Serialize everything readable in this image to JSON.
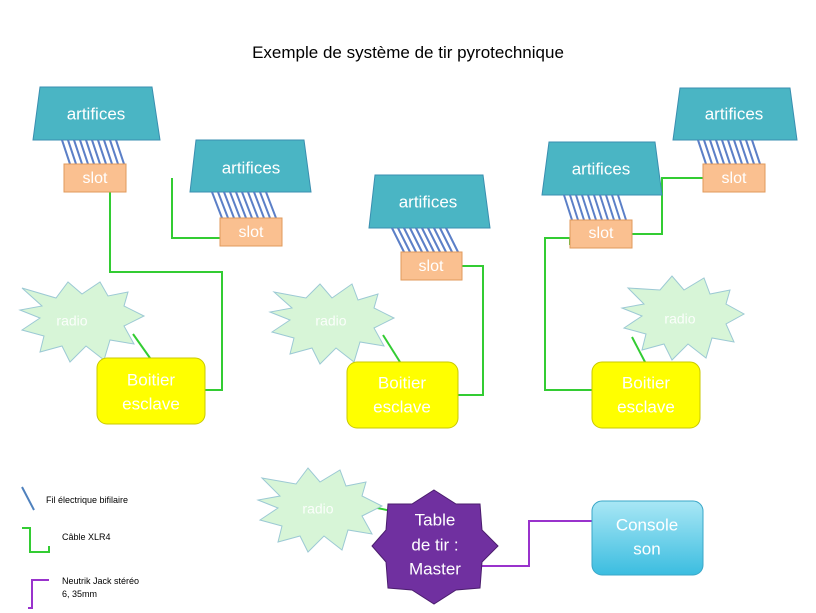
{
  "title": "Exemple de système de tir pyrotechnique",
  "labels": {
    "artifices": "artifices",
    "slot": "slot",
    "radio": "radio",
    "boitier_line1": "Boitier",
    "boitier_line2": "esclave",
    "master_line1": "Table",
    "master_line2": "de tir :",
    "master_line3": "Master",
    "console_line1": "Console",
    "console_line2": "son"
  },
  "legend": {
    "wire": "Fil électrique bifilaire",
    "xlr": "Câble XLR4",
    "jack_line1": "Neutrik Jack stéréo",
    "jack_line2": "6, 35mm"
  },
  "colors": {
    "artifices": "#4ab5c4",
    "slot": "#fac090",
    "boitier": "#ffff00",
    "radio": "#d7f5d7",
    "master": "#7030a0",
    "console": "#5fc9e6",
    "xlr_cable": "#33cc33",
    "jack_cable": "#9933cc",
    "wire": "#4f81bd"
  }
}
